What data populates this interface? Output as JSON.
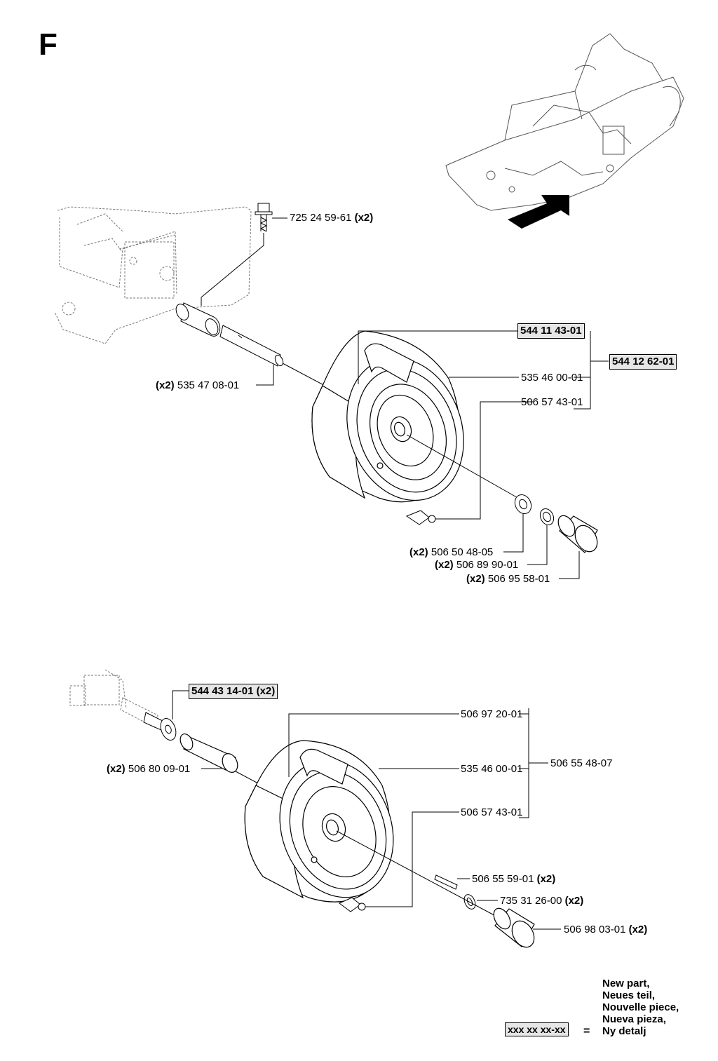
{
  "section_letter": "F",
  "upper_assembly": {
    "bolt": {
      "part": "725 24 59-61",
      "qty": "(x2)"
    },
    "axle_pin": {
      "part": "535 47 08-01",
      "qty": "(x2)"
    },
    "wheel_assy": {
      "part": "544 11 43-01"
    },
    "tire": {
      "part": "535 46 00-01"
    },
    "rim_valve": {
      "part": "506 57 43-01"
    },
    "kit": {
      "part": "544 12 62-01"
    },
    "washer": {
      "part": "506 50 48-05",
      "qty": "(x2)"
    },
    "clip": {
      "part": "506 89 90-01",
      "qty": "(x2)"
    },
    "cap": {
      "part": "506 95 58-01",
      "qty": "(x2)"
    }
  },
  "lower_assembly": {
    "hub_washer": {
      "part": "544 43 14-01 (x2)"
    },
    "rim": {
      "part": "506 97 20-01"
    },
    "spacer": {
      "part": "506 80 09-01",
      "qty": "(x2)"
    },
    "tire": {
      "part": "535 46 00-01"
    },
    "wheel_assy": {
      "part": "506 55 48-07"
    },
    "valve": {
      "part": "506 57 43-01"
    },
    "key": {
      "part": "506 55 59-01",
      "qty": "(x2)"
    },
    "ring": {
      "part": "735 31 26-00",
      "qty": "(x2)"
    },
    "cap": {
      "part": "506 98 03-01",
      "qty": "(x2)"
    }
  },
  "legend": {
    "lines": [
      "New part,",
      "Neues teil,",
      "Nouvelle piece,",
      "Nueva pieza,",
      "Ny detalj"
    ],
    "code": "xxx xx xx-xx",
    "equals": "="
  }
}
